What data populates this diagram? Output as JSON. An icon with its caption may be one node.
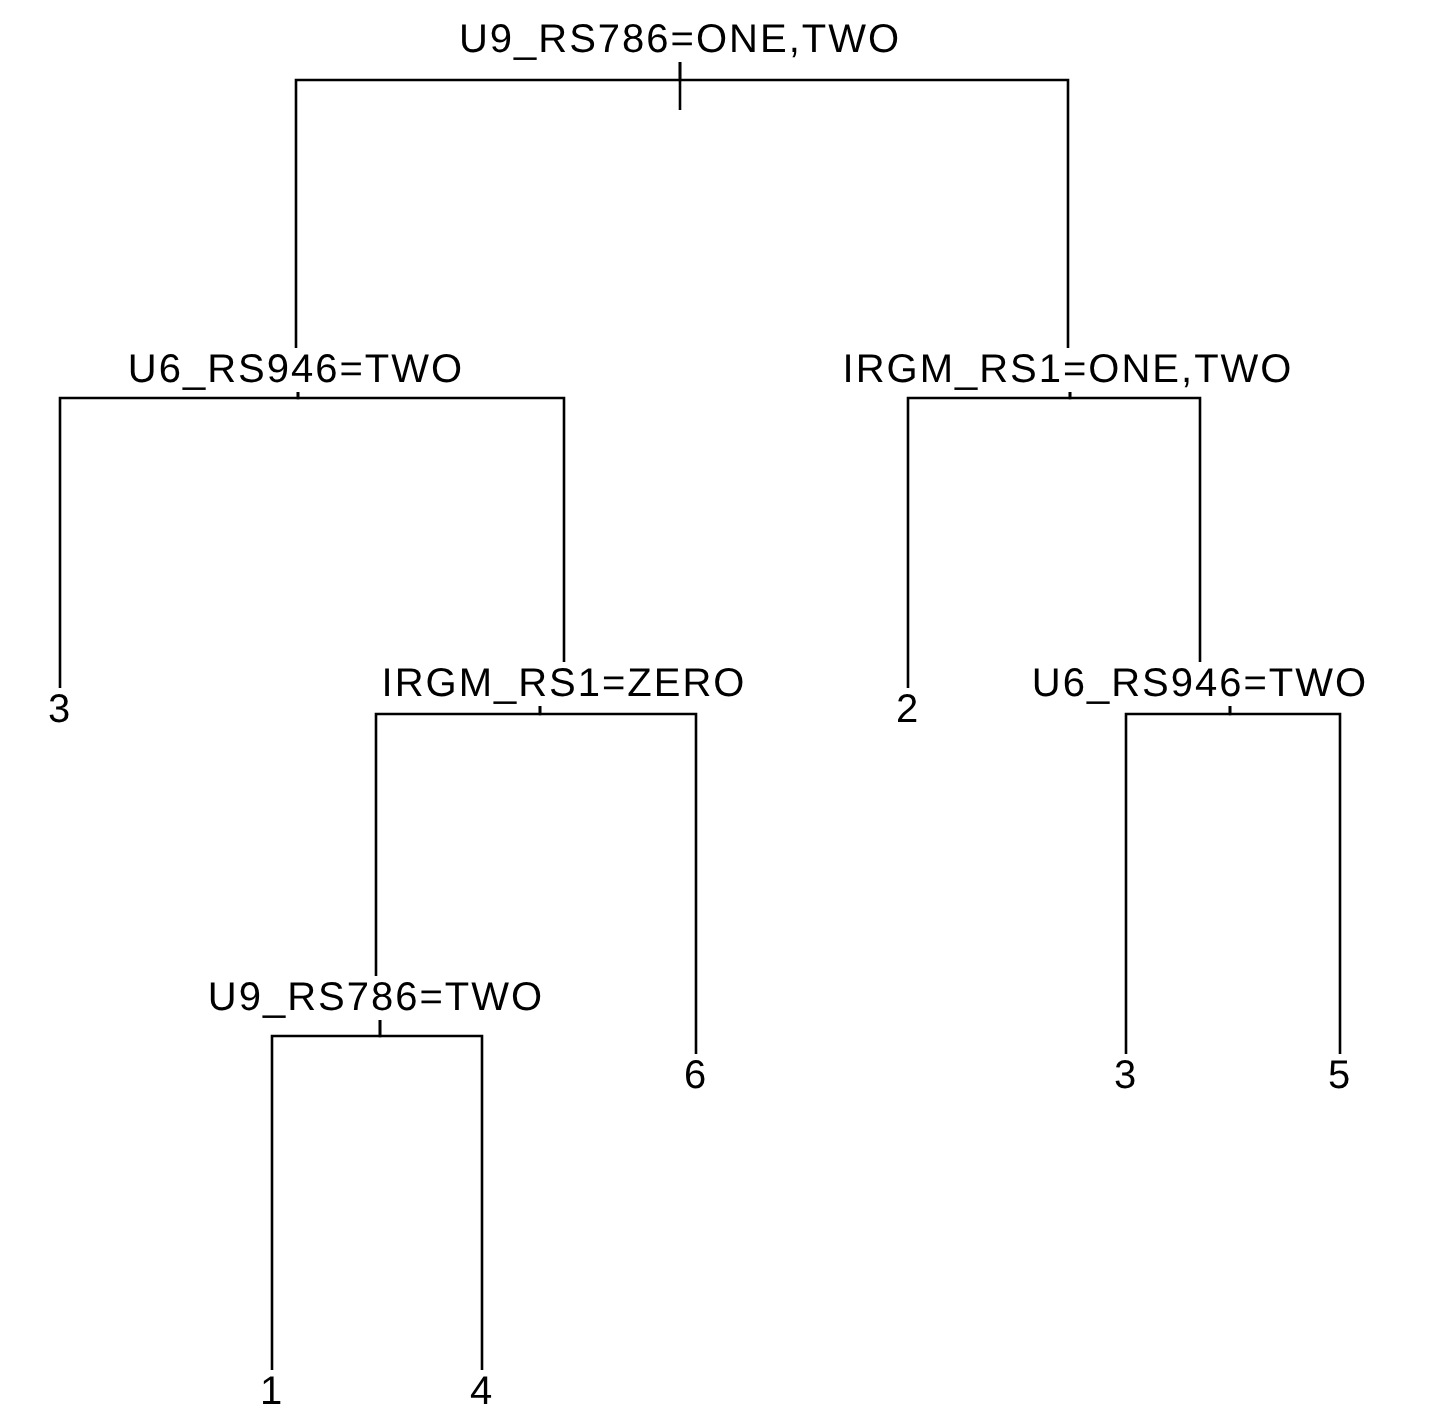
{
  "diagram": {
    "nodes": [
      {
        "text": [
          "U9_RS786=ONE,TWO"
        ]
      },
      {
        "text": [
          "U6_RS946=TWO"
        ]
      },
      {
        "text": [
          "3"
        ]
      },
      {
        "text": [
          "IRGM_RS1=ZERO"
        ]
      },
      {
        "text": [
          "U9_RS786=TWO"
        ]
      },
      {
        "text": [
          "1"
        ]
      },
      {
        "text": [
          "4"
        ]
      },
      {
        "text": [
          "6"
        ]
      },
      {
        "text": [
          "IRGM_RS1=ONE,TWO"
        ]
      },
      {
        "text": [
          "2"
        ]
      },
      {
        "text": [
          "U6_RS946=TWO"
        ]
      },
      {
        "text": [
          "3"
        ]
      },
      {
        "text": [
          "5"
        ]
      }
    ],
    "edges": [
      {
        "from": 0,
        "to": 1,
        "arrow": "none"
      },
      {
        "from": 0,
        "to": 8,
        "arrow": "none"
      },
      {
        "from": 1,
        "to": 2,
        "arrow": "none"
      },
      {
        "from": 1,
        "to": 3,
        "arrow": "none"
      },
      {
        "from": 3,
        "to": 4,
        "arrow": "none"
      },
      {
        "from": 3,
        "to": 7,
        "arrow": "none"
      },
      {
        "from": 4,
        "to": 5,
        "arrow": "none"
      },
      {
        "from": 4,
        "to": 6,
        "arrow": "none"
      },
      {
        "from": 8,
        "to": 9,
        "arrow": "none"
      },
      {
        "from": 8,
        "to": 10,
        "arrow": "none"
      },
      {
        "from": 10,
        "to": 11,
        "arrow": "none"
      },
      {
        "from": 10,
        "to": 12,
        "arrow": "none"
      }
    ]
  }
}
